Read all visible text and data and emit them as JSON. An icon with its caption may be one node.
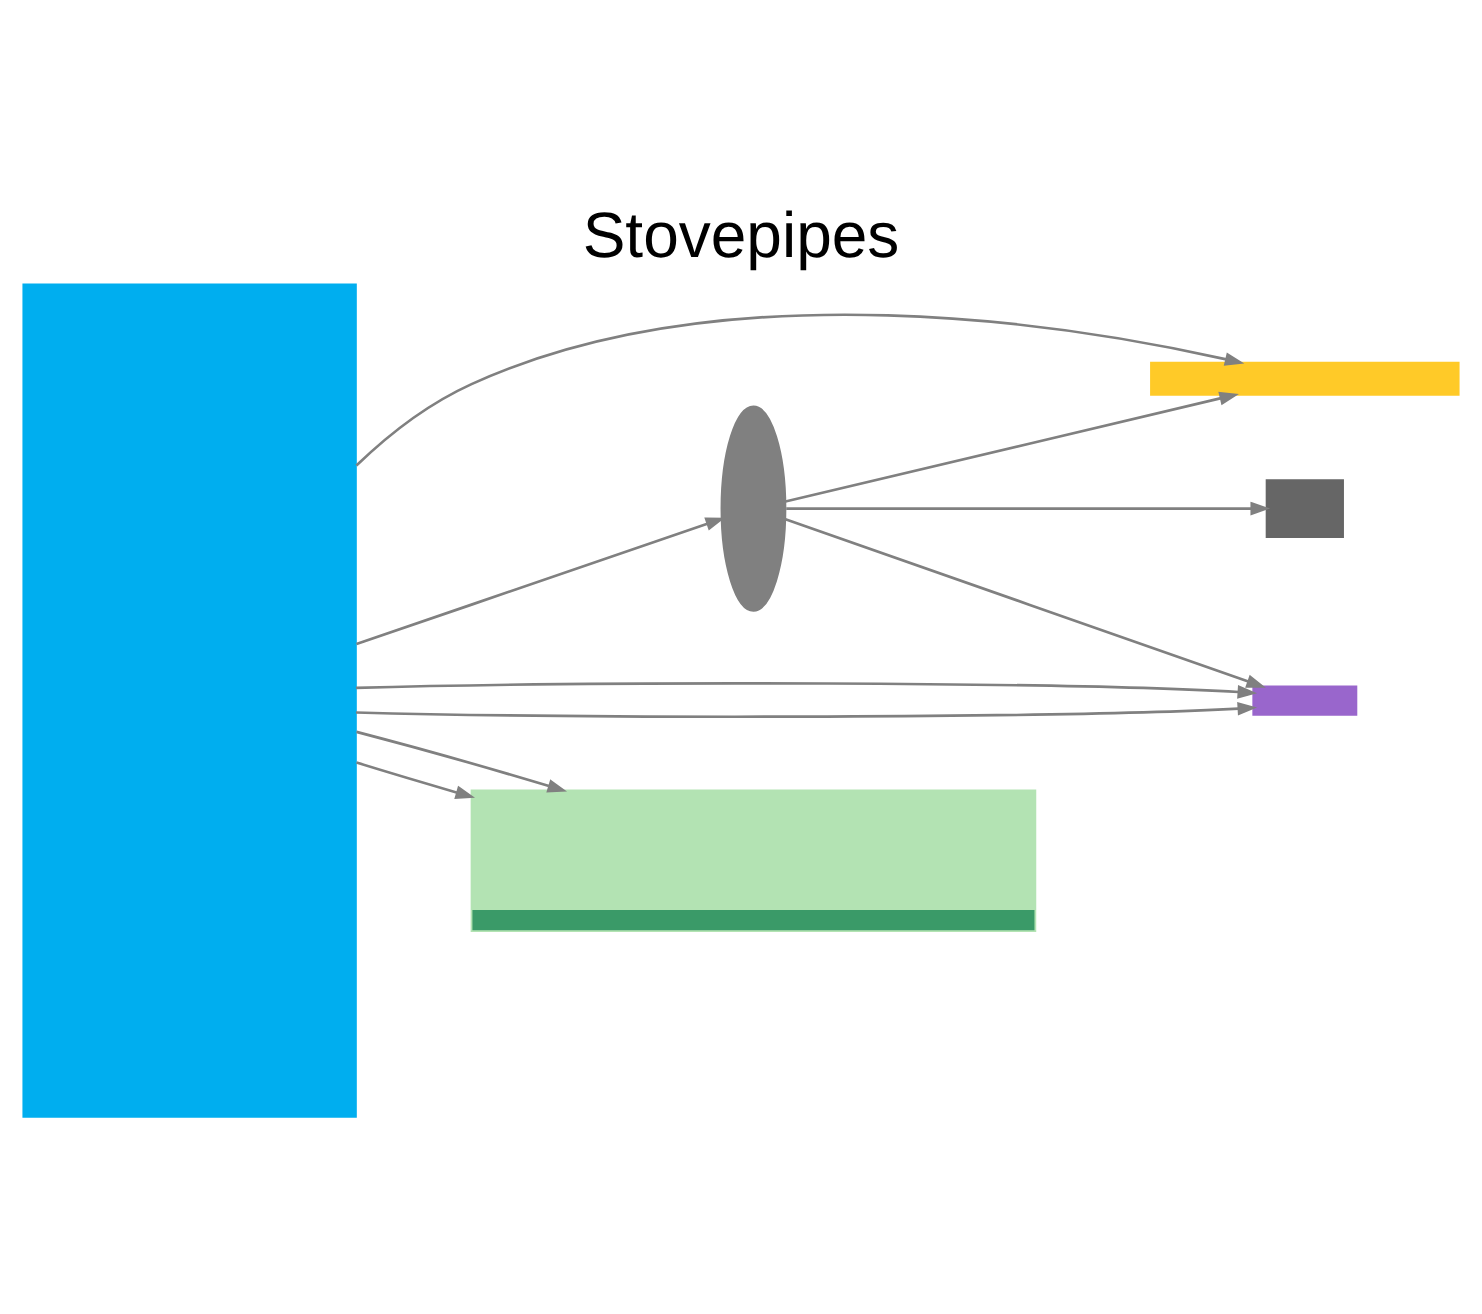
{
  "diagram": {
    "title": "Stovepipes",
    "nodes": [
      {
        "text": [],
        "shape": "box"
      },
      {
        "text": [],
        "shape": "ellipse"
      },
      {
        "text": [],
        "shape": "box"
      },
      {
        "text": [],
        "shape": "bar"
      },
      {
        "text": [],
        "shape": "bar"
      },
      {
        "text": [],
        "shape": "box"
      }
    ],
    "edges": [
      {
        "from": 0,
        "to": 1,
        "arrow": "to"
      },
      {
        "from": 1,
        "to": 2,
        "arrow": "to"
      },
      {
        "from": 1,
        "to": 3,
        "arrow": "to"
      },
      {
        "from": 1,
        "to": 4,
        "arrow": "to"
      },
      {
        "from": 0,
        "to": 4,
        "arrow": "to"
      },
      {
        "from": 0,
        "to": 4,
        "arrow": "to"
      },
      {
        "from": 0,
        "to": 3,
        "arrow": "to"
      },
      {
        "from": 0,
        "to": 5,
        "arrow": "to"
      },
      {
        "from": 0,
        "to": 5,
        "arrow": "to"
      }
    ]
  }
}
